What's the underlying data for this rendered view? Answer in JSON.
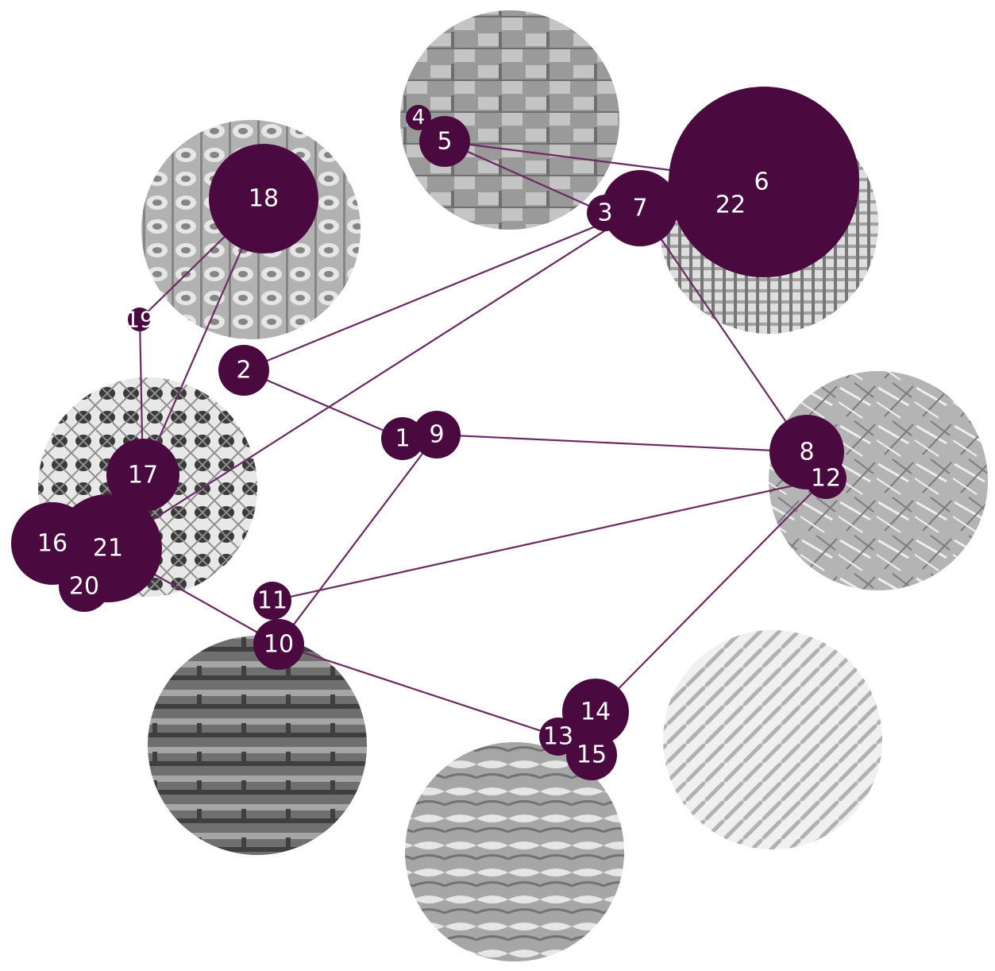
{
  "colors": {
    "node": "#4a0a3f",
    "edge": "#6a2a62",
    "label": "#ffffff"
  },
  "textures": [
    {
      "id": "basket-weave",
      "tone": "#9a9a9a",
      "light": "#c4c4c4",
      "dark": "#6e6e6e"
    },
    {
      "id": "leno-weave",
      "tone": "#b2b2b2",
      "light": "#e6e6e6",
      "dark": "#858585"
    },
    {
      "id": "mesh-grid",
      "tone": "#a0a0a0",
      "light": "#dedede",
      "dark": "#777777"
    },
    {
      "id": "random-fiber-mat",
      "tone": "#b4b4b4",
      "light": "#efefef",
      "dark": "#7b7b7b"
    },
    {
      "id": "perforated-mesh",
      "tone": "#8f8f8f",
      "light": "#e8e8e8",
      "dark": "#3a3a3a"
    },
    {
      "id": "dark-basket-weave",
      "tone": "#6f6f6f",
      "light": "#a5a5a5",
      "dark": "#3f3f3f"
    },
    {
      "id": "satin-weave",
      "tone": "#a6a6a6",
      "light": "#e6e6e6",
      "dark": "#727272"
    },
    {
      "id": "twill-weave",
      "tone": "#d6d6d6",
      "light": "#f0f0f0",
      "dark": "#b2b2b2"
    }
  ],
  "nodes": [
    {
      "id": "1",
      "label": "1"
    },
    {
      "id": "2",
      "label": "2"
    },
    {
      "id": "3",
      "label": "3"
    },
    {
      "id": "4",
      "label": "4"
    },
    {
      "id": "5",
      "label": "5"
    },
    {
      "id": "6",
      "label": "6"
    },
    {
      "id": "7",
      "label": "7"
    },
    {
      "id": "8",
      "label": "8"
    },
    {
      "id": "9",
      "label": "9"
    },
    {
      "id": "10",
      "label": "10"
    },
    {
      "id": "11",
      "label": "11"
    },
    {
      "id": "12",
      "label": "12"
    },
    {
      "id": "13",
      "label": "13"
    },
    {
      "id": "14",
      "label": "14"
    },
    {
      "id": "15",
      "label": "15"
    },
    {
      "id": "16",
      "label": "16"
    },
    {
      "id": "17",
      "label": "17"
    },
    {
      "id": "18",
      "label": "18"
    },
    {
      "id": "19",
      "label": "19"
    },
    {
      "id": "20",
      "label": "20"
    },
    {
      "id": "21",
      "label": "21"
    },
    {
      "id": "22",
      "label": "22"
    }
  ],
  "edges": [
    [
      "18",
      "19"
    ],
    [
      "19",
      "17"
    ],
    [
      "18",
      "17"
    ],
    [
      "5",
      "6"
    ],
    [
      "5",
      "3"
    ],
    [
      "2",
      "7"
    ],
    [
      "2",
      "1"
    ],
    [
      "21",
      "7"
    ],
    [
      "7",
      "8"
    ],
    [
      "9",
      "8"
    ],
    [
      "9",
      "10"
    ],
    [
      "11",
      "12"
    ],
    [
      "21",
      "10"
    ],
    [
      "10",
      "13"
    ],
    [
      "12",
      "14"
    ]
  ]
}
